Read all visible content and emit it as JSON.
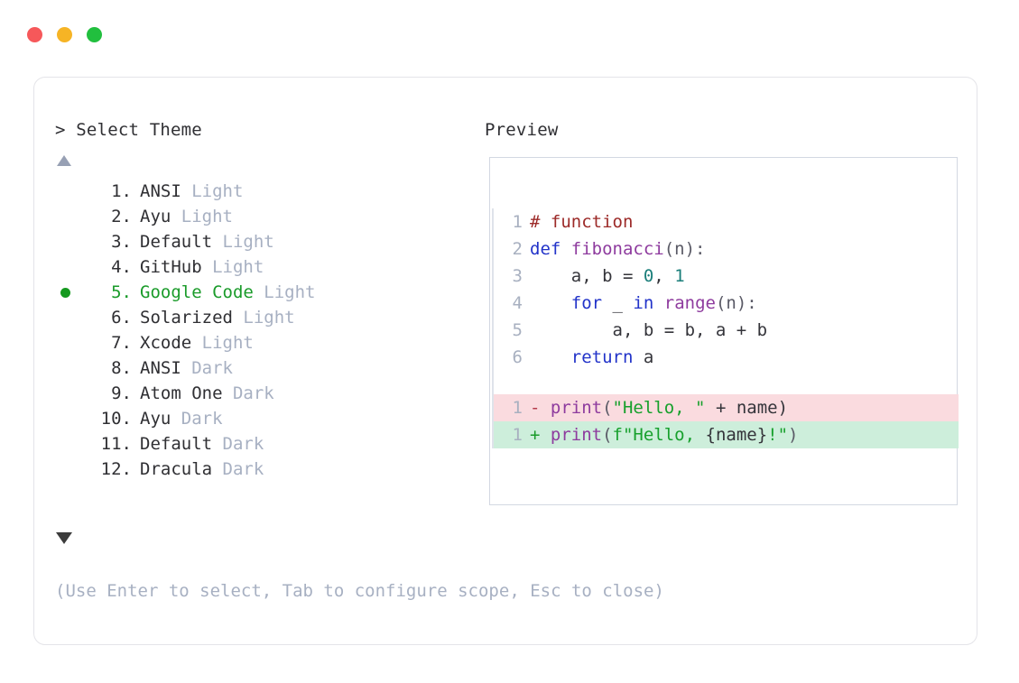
{
  "window": {
    "dots": [
      {
        "name": "close",
        "color": "#f6585a"
      },
      {
        "name": "minimize",
        "color": "#f6b425"
      },
      {
        "name": "maximize",
        "color": "#21bf3e"
      }
    ]
  },
  "prompt": {
    "marker": ">",
    "title": "Select Theme",
    "full": "> Select Theme"
  },
  "preview": {
    "header": "Preview"
  },
  "scroll": {
    "up_indicator": "▲",
    "down_indicator": "▼"
  },
  "themes": {
    "selected_index": 5,
    "items": [
      {
        "num": "1.",
        "name": "ANSI",
        "variant": "Light",
        "selected": false
      },
      {
        "num": "2.",
        "name": "Ayu",
        "variant": "Light",
        "selected": false
      },
      {
        "num": "3.",
        "name": "Default",
        "variant": "Light",
        "selected": false
      },
      {
        "num": "4.",
        "name": "GitHub",
        "variant": "Light",
        "selected": false
      },
      {
        "num": "5.",
        "name": "Google Code",
        "variant": "Light",
        "selected": true
      },
      {
        "num": "6.",
        "name": "Solarized",
        "variant": "Light",
        "selected": false
      },
      {
        "num": "7.",
        "name": "Xcode",
        "variant": "Light",
        "selected": false
      },
      {
        "num": "8.",
        "name": "ANSI",
        "variant": "Dark",
        "selected": false
      },
      {
        "num": "9.",
        "name": "Atom One",
        "variant": "Dark",
        "selected": false
      },
      {
        "num": "10.",
        "name": "Ayu",
        "variant": "Dark",
        "selected": false
      },
      {
        "num": "11.",
        "name": "Default",
        "variant": "Dark",
        "selected": false
      },
      {
        "num": "12.",
        "name": "Dracula",
        "variant": "Dark",
        "selected": false
      }
    ]
  },
  "code": {
    "lines": [
      {
        "ln": "1",
        "tokens": [
          {
            "t": "# function",
            "c": "t-comment"
          }
        ]
      },
      {
        "ln": "2",
        "tokens": [
          {
            "t": "def ",
            "c": "t-kw"
          },
          {
            "t": "fibonacci",
            "c": "t-fn"
          },
          {
            "t": "(n):",
            "c": "t-punct"
          }
        ]
      },
      {
        "ln": "3",
        "tokens": [
          {
            "t": "    a, b = ",
            "c": "t-plain"
          },
          {
            "t": "0",
            "c": "t-num"
          },
          {
            "t": ", ",
            "c": "t-plain"
          },
          {
            "t": "1",
            "c": "t-num"
          }
        ]
      },
      {
        "ln": "4",
        "tokens": [
          {
            "t": "    ",
            "c": "t-plain"
          },
          {
            "t": "for",
            "c": "t-kw"
          },
          {
            "t": " _ ",
            "c": "t-plain"
          },
          {
            "t": "in",
            "c": "t-kw"
          },
          {
            "t": " ",
            "c": "t-plain"
          },
          {
            "t": "range",
            "c": "t-fn"
          },
          {
            "t": "(n):",
            "c": "t-punct"
          }
        ]
      },
      {
        "ln": "5",
        "tokens": [
          {
            "t": "        a, b = b, a + b",
            "c": "t-plain"
          }
        ]
      },
      {
        "ln": "6",
        "tokens": [
          {
            "t": "    ",
            "c": "t-plain"
          },
          {
            "t": "return",
            "c": "t-kw"
          },
          {
            "t": " a",
            "c": "t-plain"
          }
        ]
      }
    ],
    "diff": [
      {
        "ln": "1",
        "kind": "del",
        "marker": "-",
        "tokens": [
          {
            "t": "print",
            "c": "t-fn"
          },
          {
            "t": "(",
            "c": "t-punct"
          },
          {
            "t": "\"Hello, \"",
            "c": "t-str"
          },
          {
            "t": " + name)",
            "c": "t-plain"
          }
        ]
      },
      {
        "ln": "1",
        "kind": "add",
        "marker": "+",
        "tokens": [
          {
            "t": "print",
            "c": "t-fn"
          },
          {
            "t": "(",
            "c": "t-punct"
          },
          {
            "t": "f\"Hello, ",
            "c": "t-str"
          },
          {
            "t": "{name}",
            "c": "t-plain"
          },
          {
            "t": "!\"",
            "c": "t-str"
          },
          {
            "t": ")",
            "c": "t-punct"
          }
        ]
      }
    ]
  },
  "hint": {
    "text": "(Use Enter to select, Tab to configure scope, Esc to close)"
  },
  "colors": {
    "accent_green": "#1a9b2a",
    "muted": "#a7b0c2",
    "diff_add_bg": "#cdeedb",
    "diff_del_bg": "#fadbdf",
    "card_border": "#e4e4e9",
    "preview_border": "#d3d8e2"
  }
}
